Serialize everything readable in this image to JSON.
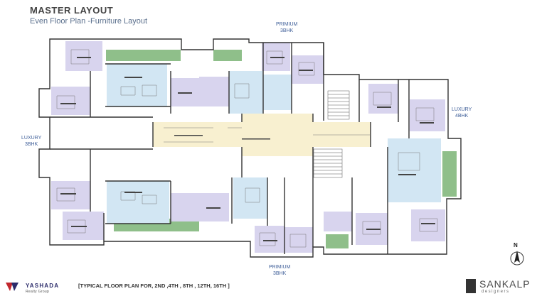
{
  "header": {
    "title": "MASTER LAYOUT",
    "subtitle": "Even Floor Plan -Furniture Layout"
  },
  "tags": {
    "primium_top": "PRIMIUM\n3BHK",
    "primium_bottom": "PRIMIUM\n3BHK",
    "luxury_left": "LUXURY\n3BHK",
    "luxury_right": "LUXURY\n4BHK"
  },
  "footer": {
    "typical_note": "[TYPICAL FLOOR PLAN FOR, 2ND ,4TH , 8TH , 12TH, 16TH ]",
    "developer_name": "YASHADA",
    "developer_line2": "Realty Group",
    "architect_name": "SANKALP",
    "architect_line2": "designers",
    "north_label": "N"
  },
  "colors": {
    "bedroom": "#d8d4ee",
    "living": "#d2e6f3",
    "kitchen": "#ffffff",
    "lobby": "#f8f0d0",
    "balcony_green": "#8fbf8a",
    "tag_blue": "#3f5f99",
    "wall": "#333333"
  }
}
